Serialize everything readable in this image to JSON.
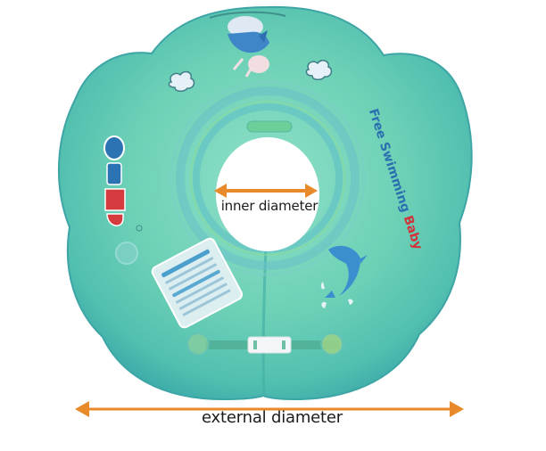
{
  "image": {
    "subject": "inflatable baby neck swim ring",
    "background_color": "#ffffff",
    "ring_color": "#5fc9b0",
    "ring_edge_color": "#3fa9a6",
    "arrow_color": "#e88a2a"
  },
  "annotations": {
    "inner_label": "inner diameter",
    "external_label": "external diameter"
  },
  "product_print": {
    "slogan_main": "Free Swimming",
    "slogan_accent": "Baby",
    "decorations": [
      "shark-character",
      "cloud",
      "cloud",
      "dolphin",
      "brand-logo",
      "instruction-label",
      "buckle-strap"
    ]
  }
}
